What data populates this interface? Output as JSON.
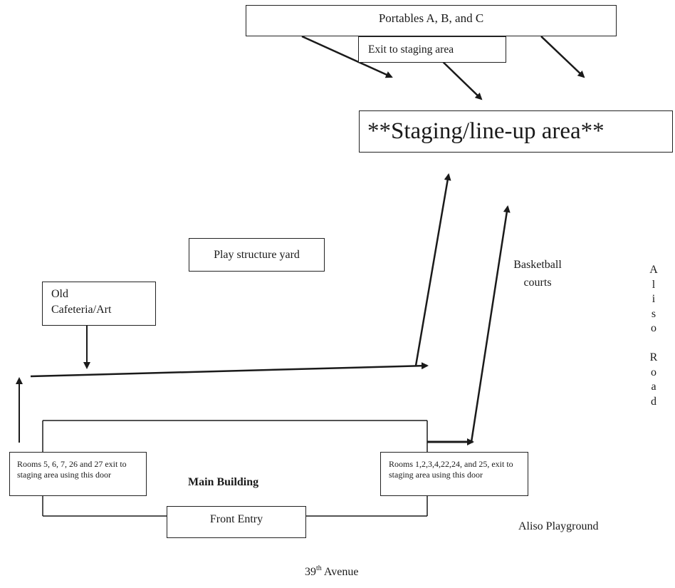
{
  "labels": {
    "portables": "Portables A, B, and C",
    "exit_to_staging": "Exit to staging area",
    "staging_area": "**Staging/line-up area**",
    "play_structure": "Play structure yard",
    "old_cafeteria": "Old Cafeteria/Art",
    "basketball": "Basketball courts",
    "aliso_road": "Aliso Road",
    "rooms_left": "Rooms 5, 6, 7, 26 and 27 exit to staging area using this door",
    "main_building": "Main Building",
    "rooms_right": "Rooms 1,2,3,4,22,24, and 25, exit to staging area using this door",
    "front_entry": "Front Entry",
    "aliso_playground": "Aliso Playground",
    "avenue_number": "39",
    "avenue_suffix": "th",
    "avenue_name": "Avenue"
  },
  "colors": {
    "line": "#1a1a1a",
    "box_border": "#222222"
  }
}
